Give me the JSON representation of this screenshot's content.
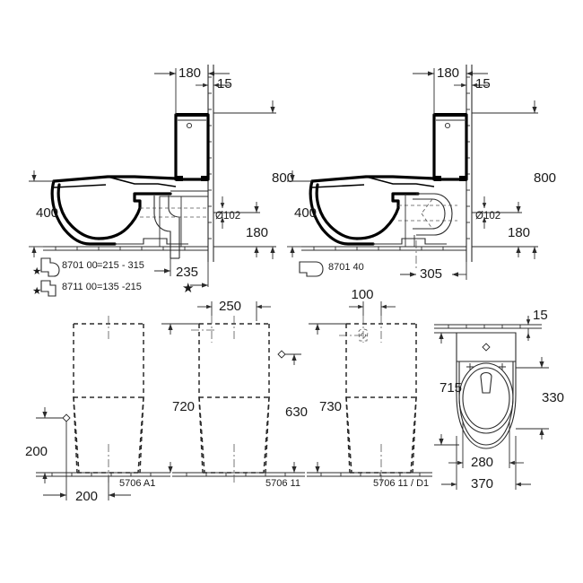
{
  "document": {
    "title": "Toilet installation technical drawing",
    "background_color": "#ffffff",
    "line_color": "#1a1a1a"
  },
  "views": {
    "side_left": {
      "name": "side-elevation-vertical-outlet",
      "dimensions": {
        "cistern_depth": "180",
        "wall_thickness": "15",
        "total_height": "800",
        "bowl_height": "400",
        "outlet_diameter": "Ø102",
        "outlet_height": "180",
        "outlet_offset": "235"
      },
      "connector_options": [
        {
          "code": "8701 00",
          "equals": "=",
          "range": "215 - 315",
          "star": "★"
        },
        {
          "code": "8711 00",
          "equals": "=",
          "range": "135 -215",
          "star": "★"
        }
      ],
      "star_marker": "★"
    },
    "side_right": {
      "name": "side-elevation-horizontal-outlet",
      "dimensions": {
        "cistern_depth": "180",
        "wall_thickness": "15",
        "total_height": "800",
        "bowl_height": "400",
        "outlet_diameter": "Ø102",
        "outlet_height": "180",
        "outlet_offset": "305"
      },
      "connector_options": [
        {
          "code": "8701 40"
        }
      ]
    },
    "front_1": {
      "name": "front-elevation-5706-a1",
      "model_code": "5706 A1",
      "dimensions": {
        "height_to_cistern_top": "720",
        "foot_offset_vertical": "200",
        "foot_offset_horizontal": "200"
      }
    },
    "front_2": {
      "name": "front-elevation-5706-11",
      "model_code": "5706 11",
      "dimensions": {
        "cistern_width_half": "250",
        "total_height": "720",
        "water_inlet_height": "630"
      }
    },
    "front_3": {
      "name": "front-elevation-5706-11-d1",
      "model_code": "5706 11 / D1",
      "dimensions": {
        "inlet_offset": "100",
        "total_height": "730"
      }
    },
    "plan": {
      "name": "plan-view",
      "dimensions": {
        "wall_thickness": "15",
        "total_depth": "715",
        "bowl_depth": "330",
        "bowl_width": "280",
        "overall_width": "370"
      }
    }
  },
  "labels": {
    "d180_a": "180",
    "d15_a": "15",
    "d800_a": "800",
    "d400_a": "400",
    "d102_a": "Ø102",
    "d180b_a": "180",
    "d235": "235",
    "code_8701_00": "8701 00",
    "eq1": "=215 - 315",
    "code_8711_00": "8711 00",
    "eq2": "=135 -215",
    "star1": "★",
    "star2": "★",
    "star3": "★",
    "d180_b": "180",
    "d15_b": "15",
    "d800_b": "800",
    "d400_b": "400",
    "d102_b": "Ø102",
    "d180b_b": "180",
    "d305": "305",
    "code_8701_40": "8701 40",
    "d250": "250",
    "d100": "100",
    "d720": "720",
    "d630": "630",
    "d730": "730",
    "d200_v": "200",
    "d200_h": "200",
    "code_5706_a1": "5706 A1",
    "code_5706_11": "5706 11",
    "code_5706_11_d1": "5706 11 / D1",
    "d15_plan": "15",
    "d715": "715",
    "d330": "330",
    "d280": "280",
    "d370": "370"
  }
}
